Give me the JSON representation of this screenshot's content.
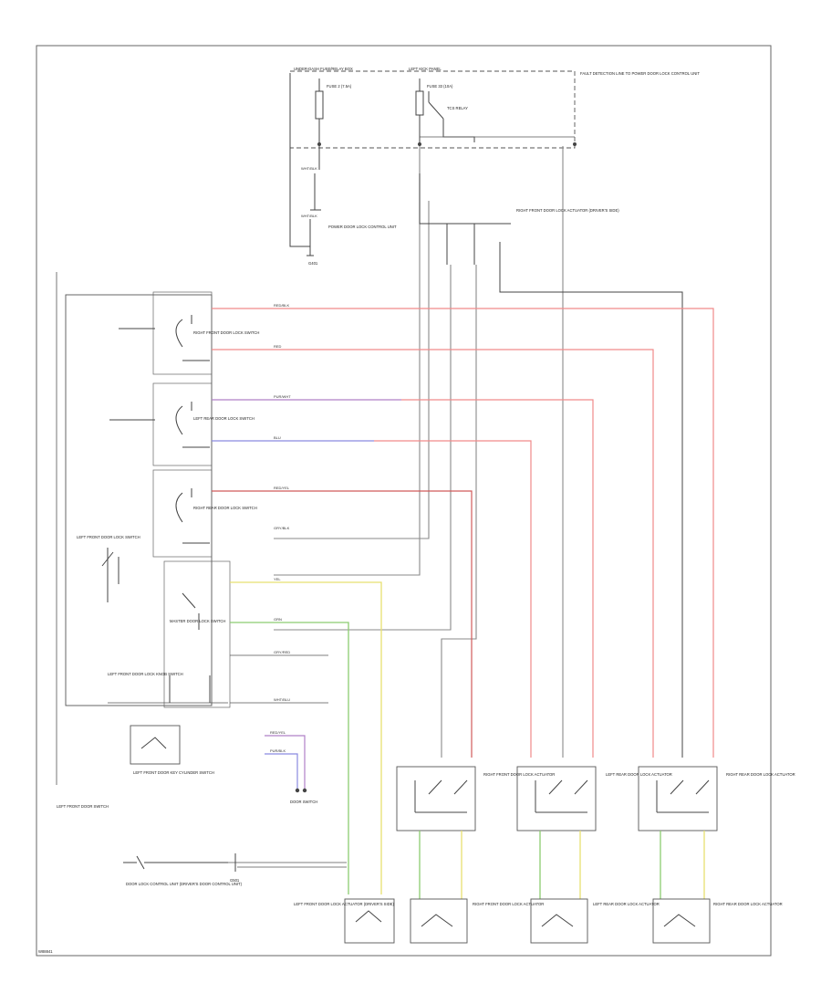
{
  "diagram": {
    "footer_code": "W88841",
    "labels": {
      "fuse_box_title": "UNDER-DASH FUSE/RELAY BOX",
      "fuse_box_side": "LEFT KICK PANEL",
      "fuse_left": "FUSE 2 (7.5A)",
      "fuse_mid": "FUSE 33 (10A)",
      "fuse_relay": "TCS RELAY",
      "fuse_note": "FAULT DETECTION LINE TO POWER DOOR LOCK CONTROL UNIT",
      "left_wire_a": "WHT/BLK",
      "left_wire_b": "WHT/BLK",
      "under_dash_small": "POWER DOOR LOCK CONTROL UNIT",
      "ground_left": "G401",
      "mid_connector_note": "RIGHT FRONT DOOR LOCK ACTUATOR (DRIVER'S SIDE)",
      "switch_rf": "RIGHT FRONT DOOR LOCK SWITCH",
      "switch_lr": "LEFT REAR DOOR LOCK SWITCH",
      "switch_rr": "RIGHT REAR DOOR LOCK SWITCH",
      "switch_master": "MASTER DOOR LOCK SWITCH",
      "switch_left_small": "LEFT FRONT DOOR LOCK SWITCH",
      "switch_knob": "LEFT FRONT DOOR LOCK KNOB SWITCH",
      "outer_box": "LEFT FRONT DOOR SWITCH",
      "key_box": "LEFT FRONT DOOR KEY CYLINDER SWITCH",
      "bottom_left_note": "DOOR LOCK CONTROL UNIT (DRIVER'S DOOR CONTROL UNIT)",
      "ground_bottom": "G501",
      "wire_red_blk": "RED/BLK",
      "wire_red": "RED",
      "wire_purple": "PUR/WHT",
      "wire_blue": "BLU",
      "wire_red2": "RED/YEL",
      "wire_gry": "GRY/BLK",
      "wire_yel": "YEL",
      "wire_grn": "GRN",
      "wire_gry2": "GRY/RED",
      "wire_wht": "WHT/BLU",
      "small_terms_a": "RED/YEL",
      "small_terms_b": "PUR/BLK",
      "door_switch_small": "DOOR SWITCH",
      "actuator_1": "LEFT FRONT DOOR LOCK ACTUATOR (DRIVER'S SIDE)",
      "actuator_2": "RIGHT FRONT DOOR LOCK ACTUATOR",
      "actuator_3": "LEFT REAR DOOR LOCK ACTUATOR",
      "actuator_4": "RIGHT REAR DOOR LOCK ACTUATOR",
      "relay_a": "RIGHT FRONT DOOR LOCK ACTUATOR",
      "relay_b": "LEFT REAR DOOR LOCK ACTUATOR",
      "relay_c": "RIGHT REAR DOOR LOCK ACTUATOR"
    }
  }
}
